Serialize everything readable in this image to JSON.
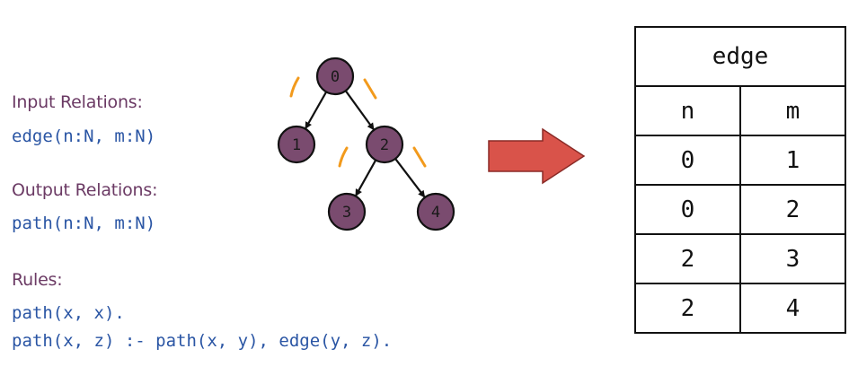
{
  "input": {
    "heading": "Input Relations:",
    "code": "edge(n:N, m:N)"
  },
  "output": {
    "heading": "Output Relations:",
    "code": "path(n:N, m:N)"
  },
  "rules": {
    "heading": "Rules:",
    "lines": [
      "path(x, x).",
      "path(x, z) :- path(x, y), edge(y, z)."
    ]
  },
  "graph": {
    "nodes": [
      "0",
      "1",
      "2",
      "3",
      "4"
    ],
    "edges": [
      [
        "0",
        "1"
      ],
      [
        "0",
        "2"
      ],
      [
        "2",
        "3"
      ],
      [
        "2",
        "4"
      ]
    ],
    "node_color": "#7a4b6f",
    "tick_color": "#f29a1c"
  },
  "arrow_color": "#d9534a",
  "table": {
    "title": "edge",
    "headers": [
      "n",
      "m"
    ],
    "rows": [
      [
        "0",
        "1"
      ],
      [
        "0",
        "2"
      ],
      [
        "2",
        "3"
      ],
      [
        "2",
        "4"
      ]
    ]
  }
}
